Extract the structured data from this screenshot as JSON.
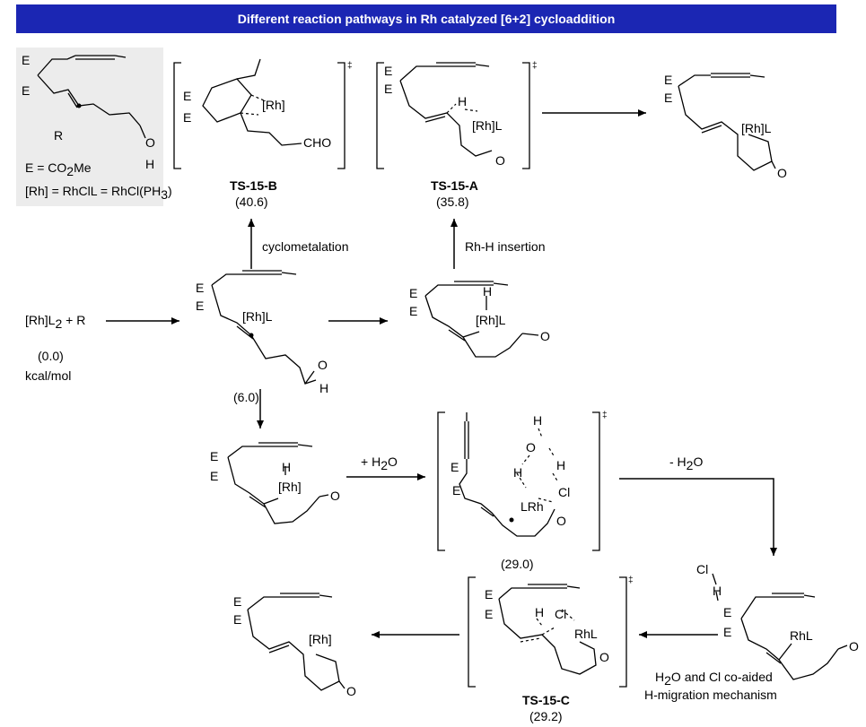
{
  "title": "Different reaction pathways in Rh catalyzed [6+2] cycloaddition",
  "legend": {
    "R_label": "R",
    "E_def_main": "E = CO",
    "E_def_sub": "2",
    "E_def_tail": "Me",
    "Rh_def_main": "[Rh] = RhClL = RhCl(PH",
    "Rh_def_sub": "3",
    "Rh_def_tail": ")"
  },
  "atoms": {
    "E": "E",
    "O": "O",
    "H": "H",
    "Cl": "Cl",
    "Rh": "[Rh]",
    "RhL": "[Rh]L",
    "RhL_plain": "RhL",
    "LRh": "LRh",
    "CHO": "CHO",
    "ts_mark": "‡"
  },
  "reactants": {
    "catalyst_main": "[Rh]L",
    "catalyst_sub": "2",
    "catalyst_tail": " + R",
    "energy": "(0.0)",
    "unit": "kcal/mol"
  },
  "intermediate": {
    "energy": "(6.0)"
  },
  "steps": {
    "cyclometalation": "cyclometalation",
    "rh_h_insertion": "Rh-H insertion",
    "add_water_main": "+ H",
    "add_water_sub": "2",
    "add_water_tail": "O",
    "remove_water_main": "- H",
    "remove_water_sub": "2",
    "remove_water_tail": "O",
    "coaided_line1_main": "H",
    "coaided_line1_sub": "2",
    "coaided_line1_tail": "O and Cl co-aided",
    "coaided_line2": "H-migration mechanism"
  },
  "transition_states": [
    {
      "label": "TS-15-B",
      "energy": "(40.6)"
    },
    {
      "label": "TS-15-A",
      "energy": "(35.8)"
    },
    {
      "label": "",
      "energy": "(29.0)"
    },
    {
      "label": "TS-15-C",
      "energy": "(29.2)"
    }
  ]
}
